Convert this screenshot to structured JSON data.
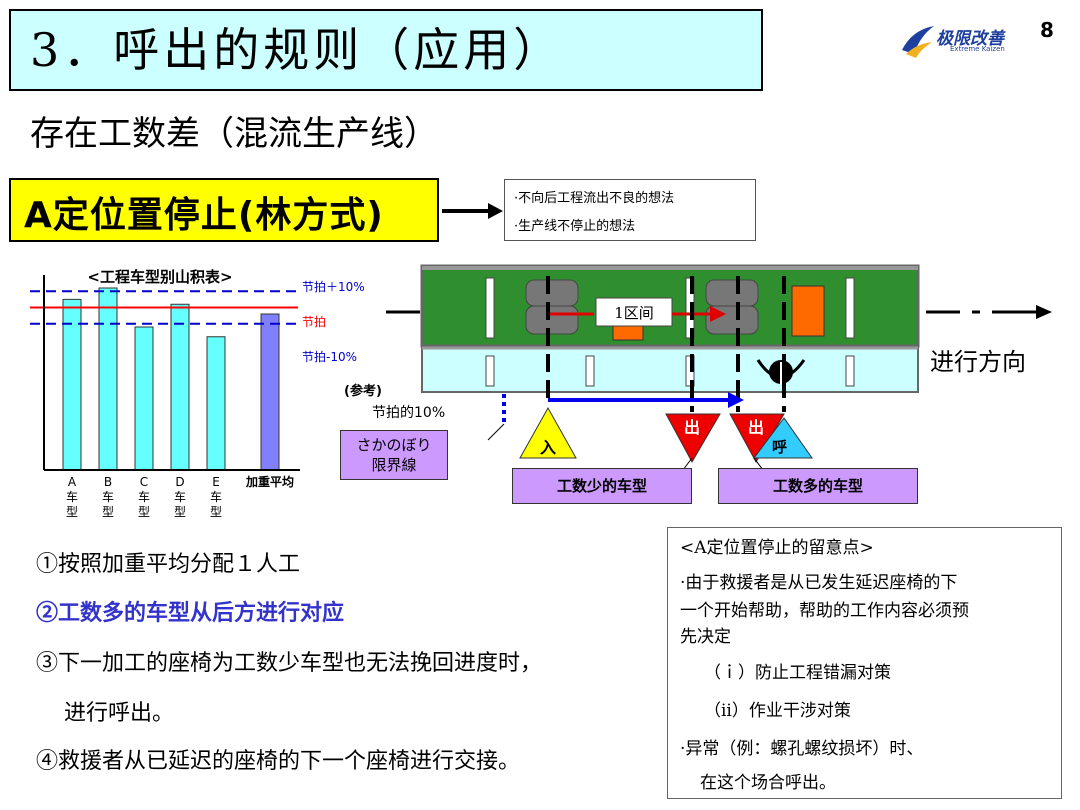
{
  "page": {
    "title": "3．呼出的规则（应用）",
    "page_number": "8",
    "subtitle": "存在工数差（混流生产线）"
  },
  "logo": {
    "main": "极限改善",
    "sub": "Extreme Kaizen"
  },
  "method": {
    "title": "A定位置停止(林方式)",
    "notes": [
      "·不向后工程流出不良的想法",
      "·生产线不停止的想法"
    ]
  },
  "chart": {
    "legend": {
      "plus10": "节拍＋10%",
      "takt": "节拍",
      "minus10": "节拍-10%"
    }
  },
  "chart_data": {
    "type": "bar",
    "title": "<工程车型别山积表>",
    "categories": [
      "A\n车\n型",
      "B\n车\n型",
      "C\n车\n型",
      "D\n车\n型",
      "E\n车\n型",
      "加重平均"
    ],
    "values": [
      1.05,
      1.12,
      0.88,
      1.02,
      0.82,
      0.96
    ],
    "reference_lines": {
      "takt_plus_10": 1.1,
      "takt": 1.0,
      "takt_minus_10": 0.9
    },
    "colors": {
      "bars": "#66ffff",
      "weighted_average": "#8080ff",
      "takt": "#ff0000",
      "limits": "#0000cc"
    },
    "ylim": [
      0,
      1.2
    ],
    "grid": false
  },
  "diagram": {
    "section_label": "1区间",
    "direction": "进行方向",
    "reference_label": "(参考)",
    "takt_ratio_label": "节拍的10%",
    "limit_line_label": [
      "さかのぼり",
      "限界線"
    ],
    "marker_in": "入",
    "marker_out": "出",
    "marker_call": "呼",
    "few_hours_model": "工数少的车型",
    "many_hours_model": "工数多的车型"
  },
  "rules": [
    "①按照加重平均分配１人工",
    "②工数多的车型从后方进行对应",
    "③下一加工的座椅为工数少车型也无法挽回进度时，",
    "进行呼出。",
    "④救援者从已延迟的座椅的下一个座椅进行交接。"
  ],
  "notice": {
    "title": "<A定位置停止的留意点>",
    "lines": [
      "·由于救援者是从已发生延迟座椅的下",
      "一个开始帮助，帮助的工作内容必须预",
      "先决定",
      "（ｉ）防止工程错漏对策",
      "（ii）作业干涉对策",
      "·异常（例：螺孔螺纹损坏）时、",
      "在这个场合呼出。"
    ]
  }
}
